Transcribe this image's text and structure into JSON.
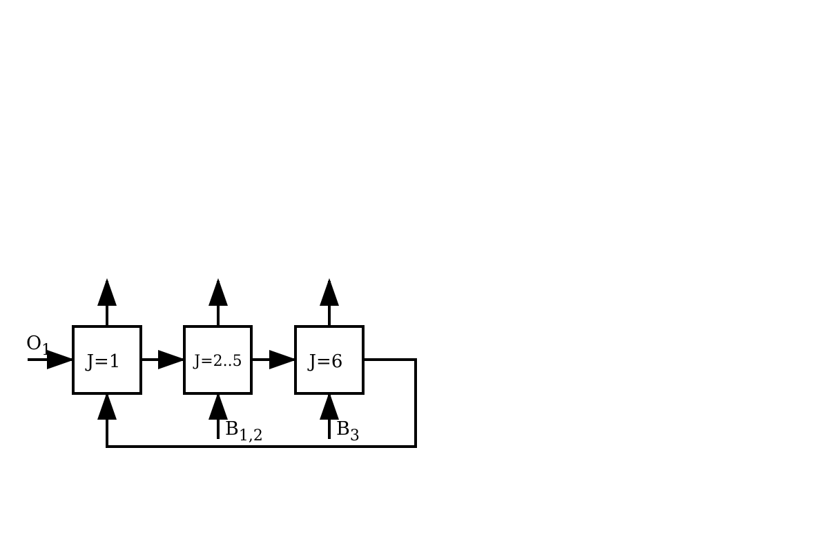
{
  "diagram": {
    "stroke_color": "#000000",
    "background_color": "#ffffff",
    "blocks": [
      {
        "id": "block-j1",
        "label": "J=1"
      },
      {
        "id": "block-j2-5",
        "label": "J=2..5"
      },
      {
        "id": "block-j6",
        "label": "J=6"
      }
    ],
    "inputs": {
      "o1": {
        "base": "O",
        "sub": "1"
      },
      "b12": {
        "base": "B",
        "sub": "1,2"
      },
      "b3": {
        "base": "B",
        "sub": "3"
      }
    }
  }
}
